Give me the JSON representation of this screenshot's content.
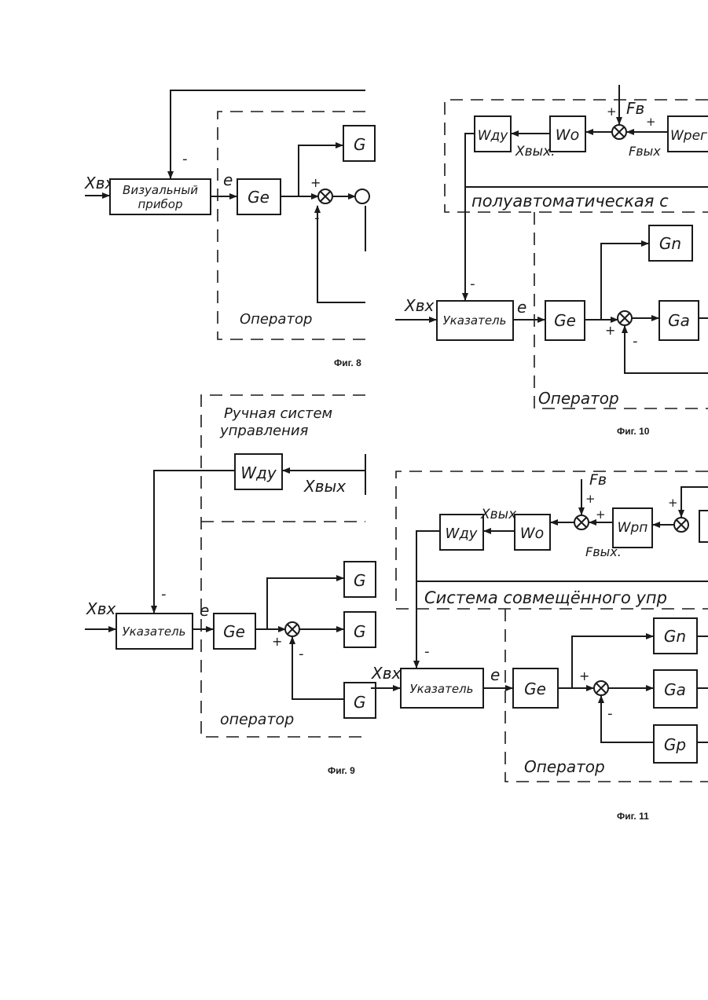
{
  "fig8": {
    "caption": "Фиг. 8",
    "input": "Xвх",
    "device_line1": "Визуальный",
    "device_line2": "прибор",
    "error": "e",
    "block_ge": "Ge",
    "block_g": "G",
    "operator": "Оператор",
    "plus": "+",
    "minus": "-"
  },
  "fig9": {
    "caption": "Фиг. 9",
    "manual_line1": "Ручная систем",
    "manual_line2": "управления",
    "block_wdu": "Wду",
    "output": "Xвых",
    "input": "Xвх",
    "indicator": "Указатель",
    "error": "e",
    "block_ge": "Ge",
    "block_g": "G",
    "operator": "оператор",
    "plus": "+",
    "minus": "-"
  },
  "fig10": {
    "caption": "Фиг. 10",
    "system_label": "полуавтоматическая с",
    "block_wdu": "Wду",
    "block_wo": "Wo",
    "block_wreg": "Wрег",
    "output": "Xвых.",
    "fb": "Fв",
    "fbout": "Fвых",
    "input": "Xвх",
    "indicator": "Указатель",
    "error": "e",
    "block_ge": "Ge",
    "block_gn": "Gn",
    "block_ga": "Ga",
    "operator": "Оператор",
    "plus": "+",
    "minus": "-"
  },
  "fig11": {
    "caption": "Фиг. 11",
    "system_label": "Система совмещённого упр",
    "block_wdu": "Wду",
    "block_wo": "Wo",
    "block_wrp": "Wрп",
    "output": "Xвых",
    "fb": "Fв",
    "fbout": "Fвых.",
    "input": "Xвх",
    "indicator": "Указатель",
    "error": "e",
    "block_ge": "Ge",
    "block_gn": "Gn",
    "block_ga": "Ga",
    "block_gp": "Gp",
    "operator": "Оператор",
    "plus": "+",
    "minus": "-"
  }
}
